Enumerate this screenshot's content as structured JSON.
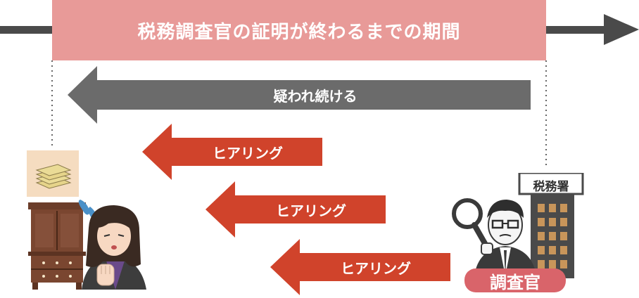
{
  "banner": {
    "text": "税務調査官の証明が終わるまでの期間"
  },
  "doubt_arrow": {
    "text": "疑われ続ける"
  },
  "hearing_arrows": [
    {
      "text": "ヒアリング"
    },
    {
      "text": "ヒアリング"
    },
    {
      "text": "ヒアリング"
    }
  ],
  "tax_office": {
    "sign": "税務署"
  },
  "inspector": {
    "badge": "調査官"
  },
  "colors": {
    "banner": "#e89a98",
    "timeline": "#4a4a4a",
    "doubt_arrow": "#6b6b6b",
    "hearing_arrow": "#d0432b",
    "badge": "#d9646a"
  },
  "icons": [
    "money-stack-icon",
    "wardrobe-icon",
    "worried-woman-icon",
    "magnifier-icon",
    "inspector-icon",
    "tax-office-building-icon"
  ]
}
